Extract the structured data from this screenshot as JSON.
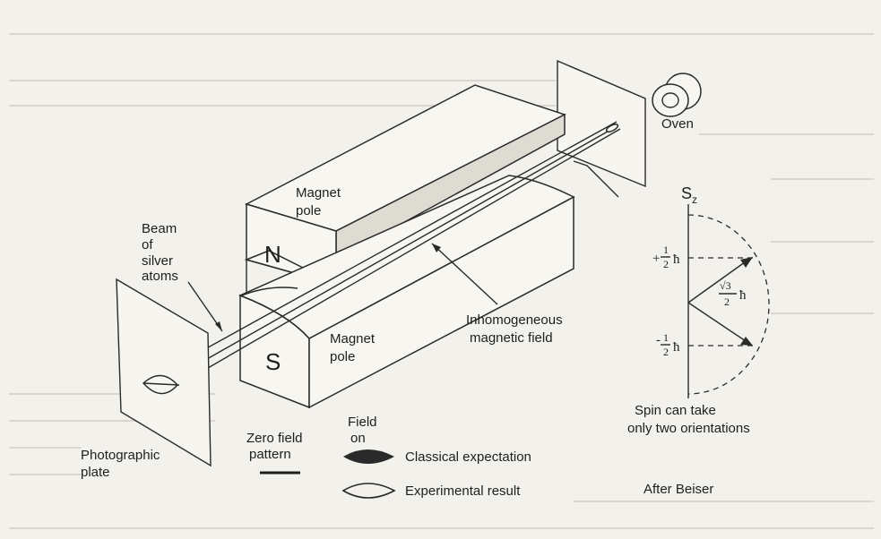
{
  "labels": {
    "oven": "Oven",
    "magnet_pole_top": "Magnet\npole",
    "magnet_pole_bottom": "Magnet\npole",
    "north": "N",
    "south": "S",
    "beam": "Beam\nof\nsilver\natoms",
    "field": "Inhomogeneous\nmagnetic field",
    "plate": "Photographic\nplate",
    "zero_field": "Zero field\npattern",
    "field_on": "Field\non",
    "classical": "Classical expectation",
    "experimental": "Experimental result",
    "spin_caption": "Spin can take\nonly two orientations",
    "credit": "After Beiser",
    "sz_axis": "S",
    "sz_sub": "z",
    "plus_half": "+",
    "minus_half": "-",
    "half_num": "1",
    "half_den": "2",
    "hbar": "ħ",
    "root3_num": "√3",
    "root3_den": "2",
    "root3_h": "ħ"
  },
  "colors": {
    "ink": "#1e1e1e",
    "paper": "#f3f1ec"
  },
  "icons": {
    "oven": "cylinder-oven-icon",
    "classical_pattern": "filled-lens-icon",
    "experimental_pattern": "hollow-lens-icon"
  }
}
